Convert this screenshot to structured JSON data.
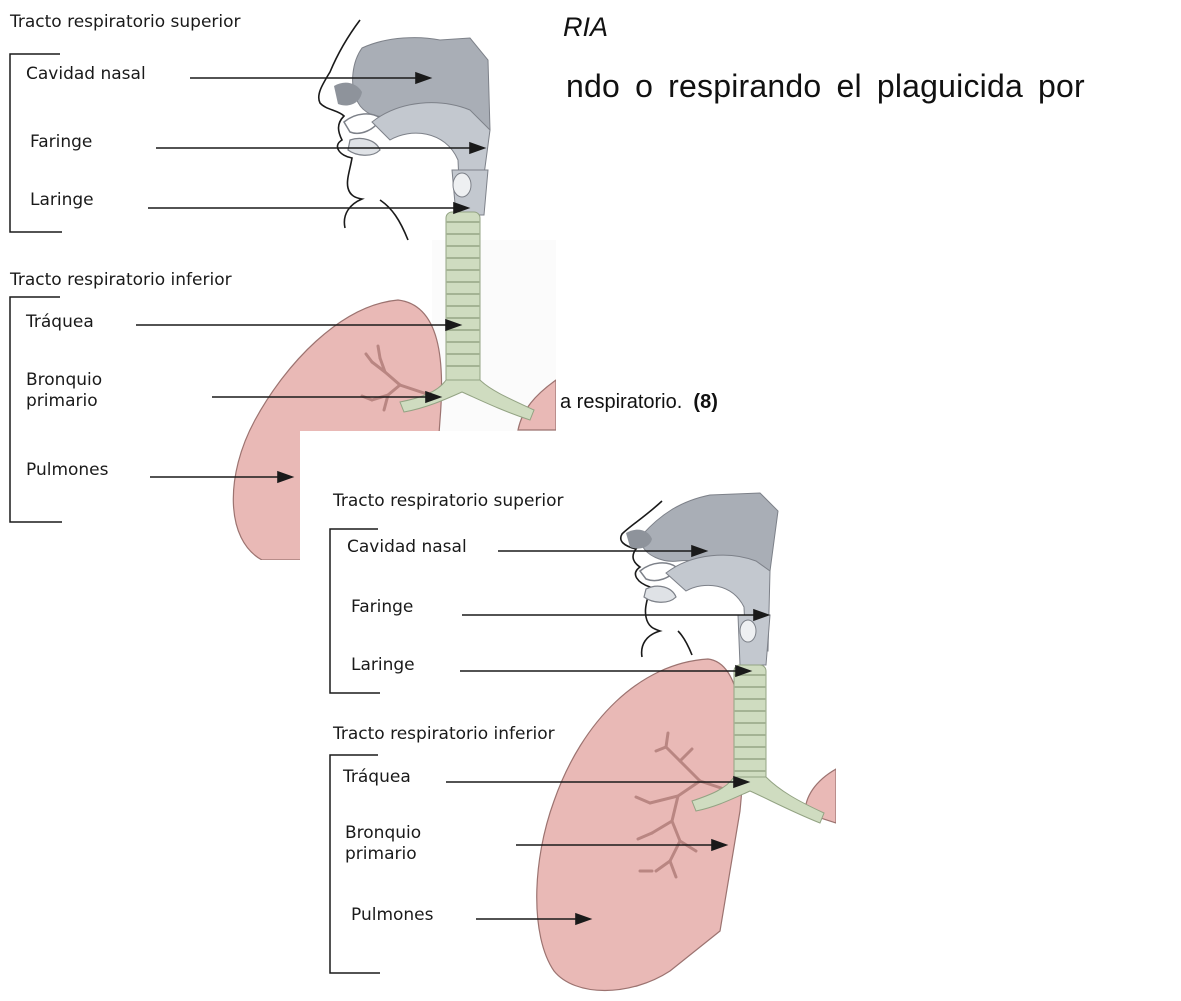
{
  "document": {
    "title_fragment": "RIA",
    "body_line": "ndo o respirando el plaguicida por",
    "caption_text": "a respiratorio.",
    "caption_mark": "(8)"
  },
  "figure_top": {
    "upper_tract_heading": "Tracto respiratorio superior",
    "lower_tract_heading": "Tracto respiratorio inferior",
    "labels": {
      "nasal_cavity": "Cavidad nasal",
      "pharynx": "Faringe",
      "larynx": "Laringe",
      "trachea": "Tráquea",
      "primary_bronchus": "Bronquio primario",
      "lungs": "Pulmones"
    }
  },
  "figure_bottom": {
    "upper_tract_heading": "Tracto respiratorio superior",
    "lower_tract_heading": "Tracto respiratorio inferior",
    "labels": {
      "nasal_cavity": "Cavidad nasal",
      "pharynx": "Faringe",
      "larynx": "Laringe",
      "trachea": "Tráquea",
      "primary_bronchus": "Bronquio primario",
      "lungs": "Pulmones"
    }
  },
  "colors": {
    "head_fill": "#a9aeb6",
    "airway_fill": "#c3c8cf",
    "trachea_fill": "#cfdcc0",
    "lung_fill": "#e9b9b6",
    "lung_stroke": "#9c7370",
    "bronchi_stroke": "#b98682",
    "line": "#1a1a1a"
  }
}
